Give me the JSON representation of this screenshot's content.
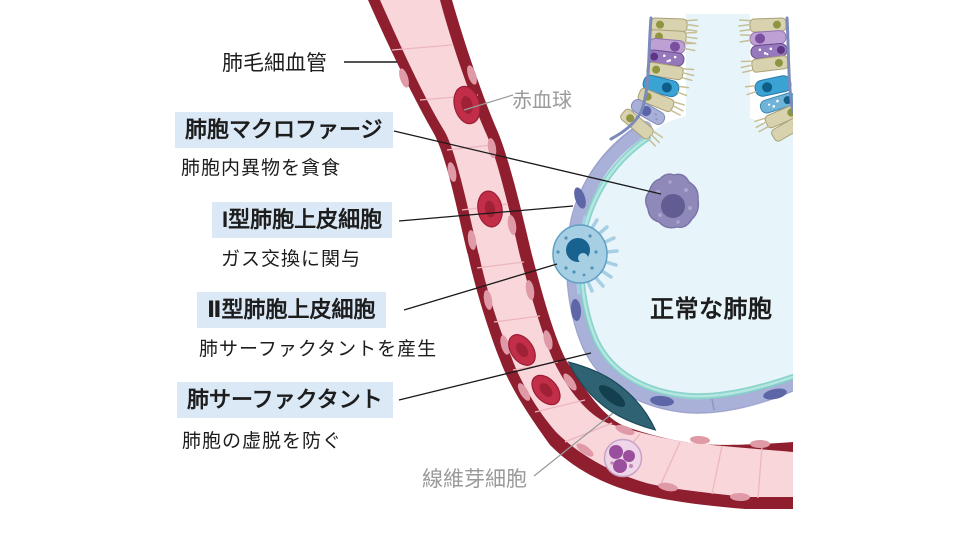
{
  "diagram_title": "正常な肺胞",
  "labels": {
    "capillary": "肺毛細血管",
    "red_blood_cell": "赤血球",
    "macrophage": {
      "title": "肺胞マクロファージ",
      "desc": "肺胞内異物を貪食"
    },
    "type1": {
      "title": "I型肺胞上皮細胞",
      "desc": "ガス交換に関与"
    },
    "type2": {
      "title": "Ⅱ型肺胞上皮細胞",
      "desc": "肺サーファクタントを産生"
    },
    "surfactant": {
      "title": "肺サーファクタント",
      "desc": "肺胞の虚脱を防ぐ"
    },
    "fibroblast": "線維芽細胞"
  },
  "colors": {
    "highlight_box": "#dbe9f7",
    "capillary_wall": "#8f1f2e",
    "capillary_lumen": "#f8d6da",
    "red_blood_cell": "#c22e48",
    "alveolus_fill": "#e7f4f9",
    "alveolar_wall": "#a9b1d8",
    "surfactant_layer": "#7fd0c8",
    "macrophage_cell": "#8f89ba",
    "type2_cell": "#a6cfe4",
    "fibroblast_cell": "#2f6373",
    "white_blood_cell": "#eed5e8",
    "ciliated_cell": "#d8d2ae",
    "gray_label_text": "#9a9a9a"
  }
}
